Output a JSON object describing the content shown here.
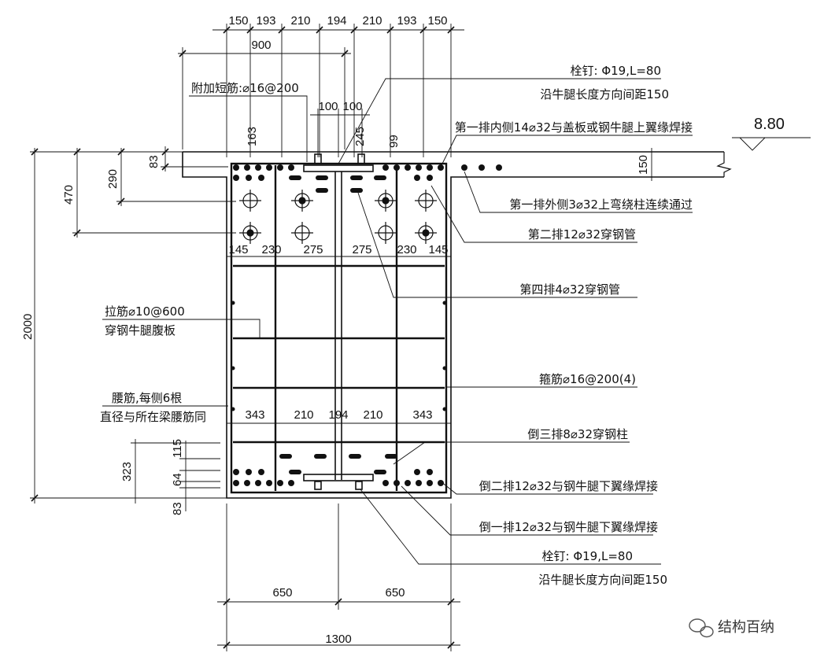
{
  "top_dims": [
    "150",
    "193",
    "210",
    "194",
    "210",
    "193",
    "150"
  ],
  "dim_900": "900",
  "annotations": {
    "add_short_bar": "附加短筋:⌀16@200",
    "stud_top_1": "栓钉: Φ19,L=80",
    "stud_top_2": "沿牛腿长度方向间距150",
    "row1_inner": "第一排内侧14⌀32与盖板或钢牛腿上翼缘焊接",
    "row1_outer": "第一排外侧3⌀32上弯绕柱连续通过",
    "row2": "第二排12⌀32穿钢管",
    "row4": "第四排4⌀32穿钢管",
    "tie_bar_1": "拉筋⌀10@600",
    "tie_bar_2": "穿钢牛腿腹板",
    "stirrup": "箍筋⌀16@200(4)",
    "waist_1": "腰筋,每侧6根",
    "waist_2": "直径与所在梁腰筋同",
    "bot_row3": "倒三排8⌀32穿钢柱",
    "bot_row2": "倒二排12⌀32与钢牛腿下翼缘焊接",
    "bot_row1": "倒一排12⌀32与钢牛腿下翼缘焊接",
    "stud_bot_1": "栓钉: Φ19,L=80",
    "stud_bot_2": "沿牛腿长度方向间距150"
  },
  "elevation": "8.80",
  "dims": {
    "d100a": "100",
    "d100b": "100",
    "d163": "163",
    "d245": "245",
    "d99": "99",
    "d83_top": "83",
    "d290": "290",
    "d470": "470",
    "d2000": "2000",
    "d150": "150",
    "mid_dims": [
      "145",
      "230",
      "275",
      "275",
      "230",
      "145"
    ],
    "low_dims": [
      "343",
      "210",
      "194",
      "210",
      "343"
    ],
    "d115": "115",
    "d323": "323",
    "d64": "64",
    "d83_bot": "83",
    "d650a": "650",
    "d650b": "650",
    "d1300": "1300"
  },
  "watermark": "结构百纳"
}
